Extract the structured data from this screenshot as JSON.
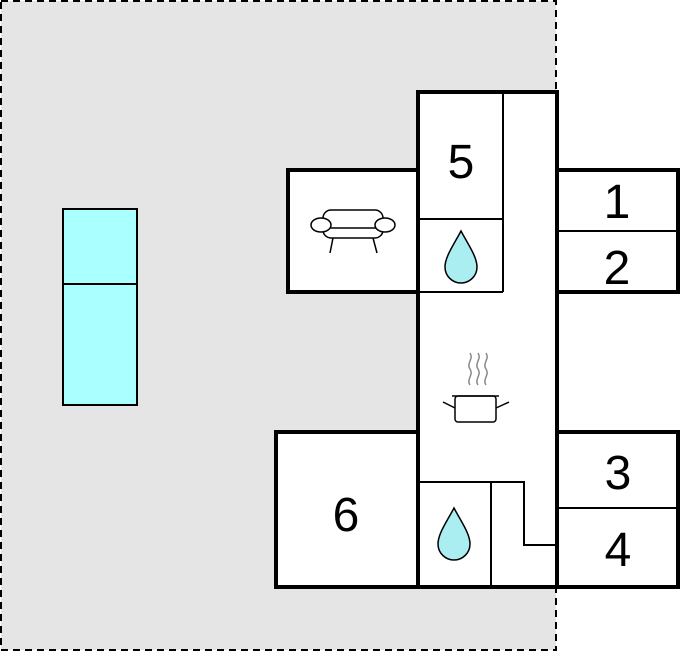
{
  "rooms": {
    "bedroom_1": "1",
    "bedroom_2": "2",
    "bedroom_3": "3",
    "bedroom_4": "4",
    "bedroom_5": "5",
    "bedroom_6": "6"
  },
  "icons": {
    "living": "sofa-icon",
    "bath_upper": "water-drop-icon",
    "kitchen": "cooking-pot-icon",
    "bath_lower": "water-drop-icon",
    "pool": "swimming-pool"
  },
  "colors": {
    "plot": "#e5e5e5",
    "pool": "#aaffff",
    "water": "#aaeef2",
    "wall": "#000000",
    "floor": "#ffffff"
  }
}
